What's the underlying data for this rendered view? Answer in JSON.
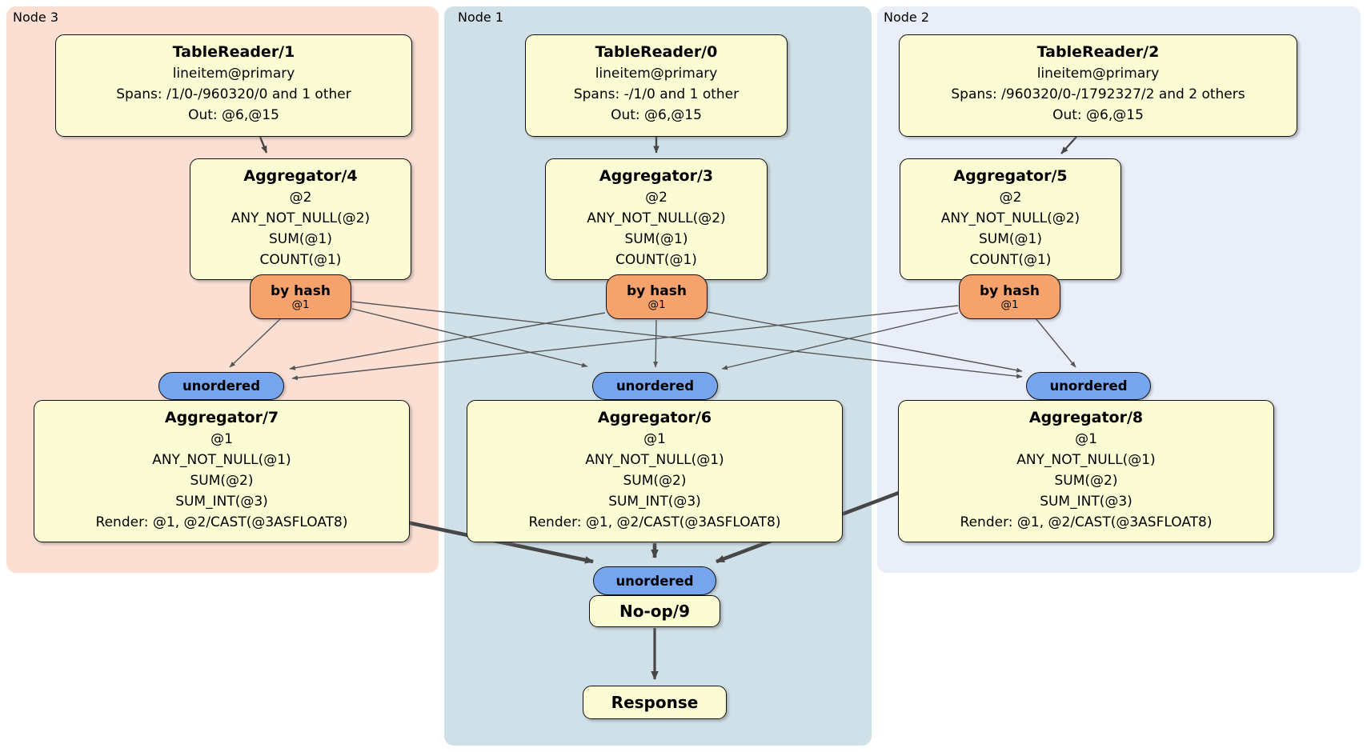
{
  "panels": [
    {
      "id": "node3",
      "label": "Node 3"
    },
    {
      "id": "node1",
      "label": "Node 1"
    },
    {
      "id": "node2",
      "label": "Node 2"
    }
  ],
  "operators": {
    "tablereader1": {
      "title": "TableReader/1",
      "lines": [
        "lineitem@primary",
        "Spans: /1/0-/960320/0 and 1 other",
        "Out: @6,@15"
      ]
    },
    "tablereader0": {
      "title": "TableReader/0",
      "lines": [
        "lineitem@primary",
        "Spans: -/1/0 and 1 other",
        "Out: @6,@15"
      ]
    },
    "tablereader2": {
      "title": "TableReader/2",
      "lines": [
        "lineitem@primary",
        "Spans: /960320/0-/1792327/2 and 2 others",
        "Out: @6,@15"
      ]
    },
    "aggregator4": {
      "title": "Aggregator/4",
      "lines": [
        "@2",
        "ANY_NOT_NULL(@2)",
        "SUM(@1)",
        "COUNT(@1)"
      ]
    },
    "aggregator3": {
      "title": "Aggregator/3",
      "lines": [
        "@2",
        "ANY_NOT_NULL(@2)",
        "SUM(@1)",
        "COUNT(@1)"
      ]
    },
    "aggregator5": {
      "title": "Aggregator/5",
      "lines": [
        "@2",
        "ANY_NOT_NULL(@2)",
        "SUM(@1)",
        "COUNT(@1)"
      ]
    },
    "aggregator7": {
      "title": "Aggregator/7",
      "lines": [
        "@1",
        "ANY_NOT_NULL(@1)",
        "SUM(@2)",
        "SUM_INT(@3)",
        "Render: @1, @2/CAST(@3ASFLOAT8)"
      ]
    },
    "aggregator6": {
      "title": "Aggregator/6",
      "lines": [
        "@1",
        "ANY_NOT_NULL(@1)",
        "SUM(@2)",
        "SUM_INT(@3)",
        "Render: @1, @2/CAST(@3ASFLOAT8)"
      ]
    },
    "aggregator8": {
      "title": "Aggregator/8",
      "lines": [
        "@1",
        "ANY_NOT_NULL(@1)",
        "SUM(@2)",
        "SUM_INT(@3)",
        "Render: @1, @2/CAST(@3ASFLOAT8)"
      ]
    },
    "noop9": {
      "title": "No-op/9"
    },
    "response": {
      "title": "Response"
    }
  },
  "routers": {
    "byhash4": {
      "label": "by hash",
      "detail": "@1"
    },
    "byhash3": {
      "label": "by hash",
      "detail": "@1"
    },
    "byhash5": {
      "label": "by hash",
      "detail": "@1"
    }
  },
  "syncs": {
    "unordered_left": "unordered",
    "unordered_mid": "unordered",
    "unordered_right": "unordered",
    "unordered_bottom": "unordered"
  },
  "colors": {
    "node3_bg": "#fcdfd3",
    "node1_bg": "#cfe0e9",
    "node2_bg": "#e9eef9",
    "operator_bg": "#fcfcd4",
    "router_bg": "#f6a26c",
    "sync_bg": "#76a5ee",
    "edge_thin": "#555555",
    "edge_thick": "#474747"
  }
}
